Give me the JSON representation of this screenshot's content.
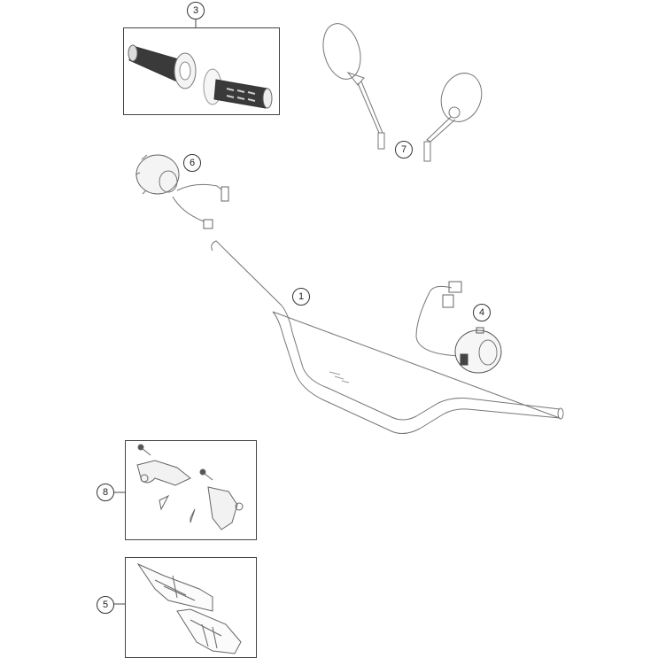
{
  "diagram": {
    "type": "exploded parts diagram",
    "subject": "handlebar assembly",
    "callouts": [
      {
        "id": "1",
        "label": "1",
        "part": "handlebar"
      },
      {
        "id": "3",
        "label": "3",
        "part": "grip set"
      },
      {
        "id": "4",
        "label": "4",
        "part": "right handlebar switch"
      },
      {
        "id": "5",
        "label": "5",
        "part": "hand guard set"
      },
      {
        "id": "6",
        "label": "6",
        "part": "left handlebar switch"
      },
      {
        "id": "7",
        "label": "7",
        "part": "mirrors"
      },
      {
        "id": "8",
        "label": "8",
        "part": "handlebar clamp / lever mounts"
      }
    ],
    "colors": {
      "line": "#555555",
      "grip": "#3a3a3a",
      "frame": "#444444"
    }
  }
}
